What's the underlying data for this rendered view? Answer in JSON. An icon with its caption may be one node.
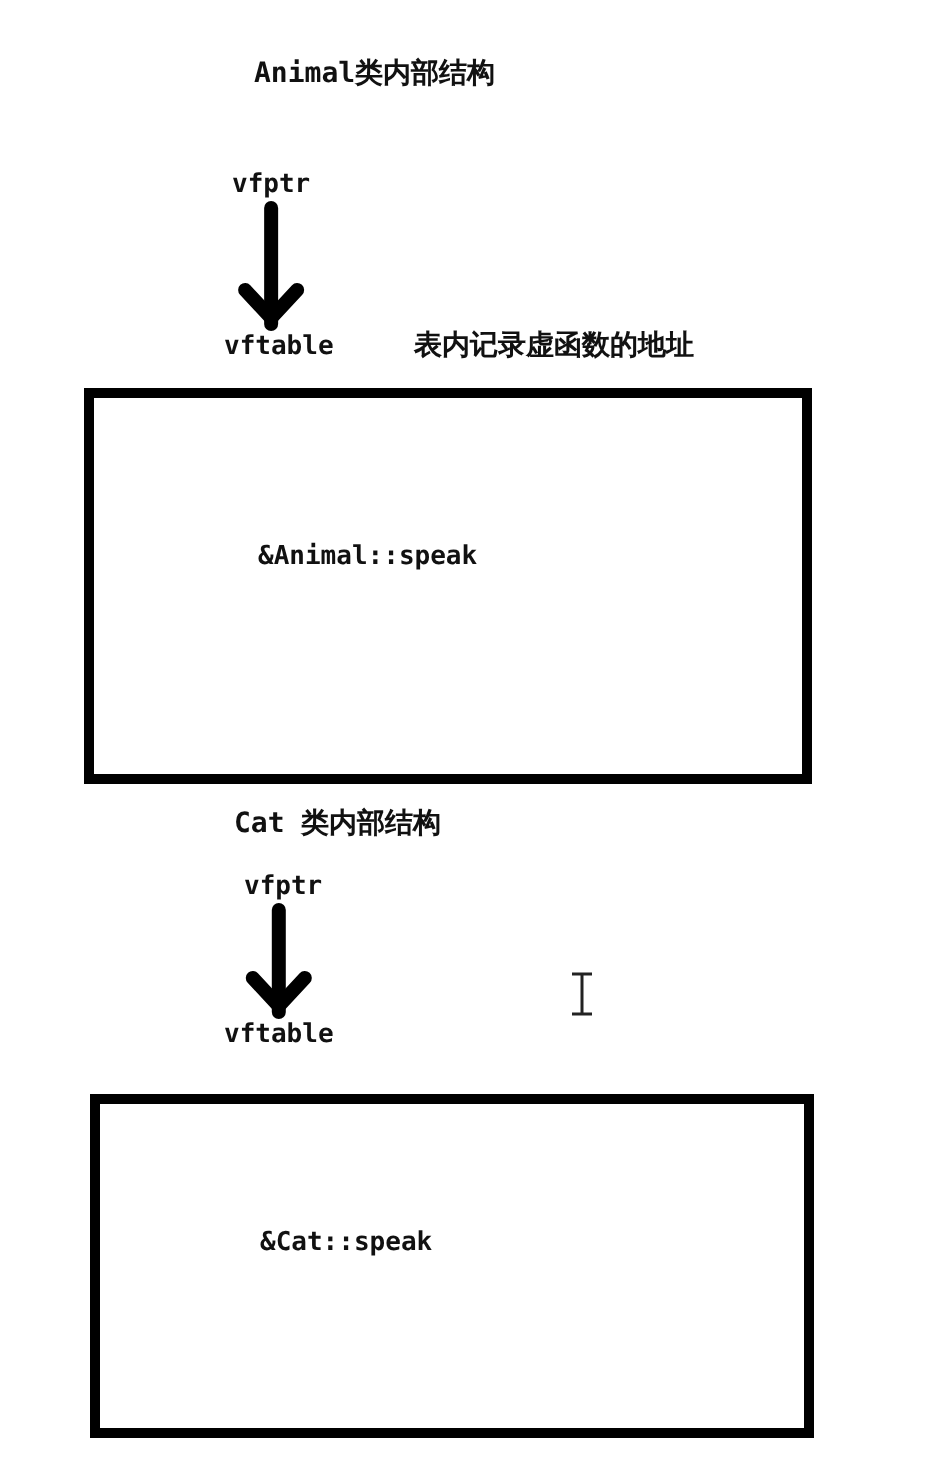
{
  "diagram": {
    "nodes": [
      {
        "text": [
          "vfptr"
        ]
      },
      {
        "text": [
          "vftable"
        ]
      },
      {
        "text": [
          "&Animal::speak"
        ]
      },
      {
        "text": [
          "vfptr"
        ]
      },
      {
        "text": [
          "vftable"
        ]
      },
      {
        "text": [
          "&Cat::speak"
        ]
      }
    ],
    "edges": [
      {
        "from": 0,
        "to": 1,
        "arrow": "to"
      },
      {
        "from": 3,
        "to": 4,
        "arrow": "to"
      }
    ],
    "labels": [
      "Animal类内部结构",
      "表内记录虚函数的地址",
      "Cat 类内部结构"
    ]
  }
}
